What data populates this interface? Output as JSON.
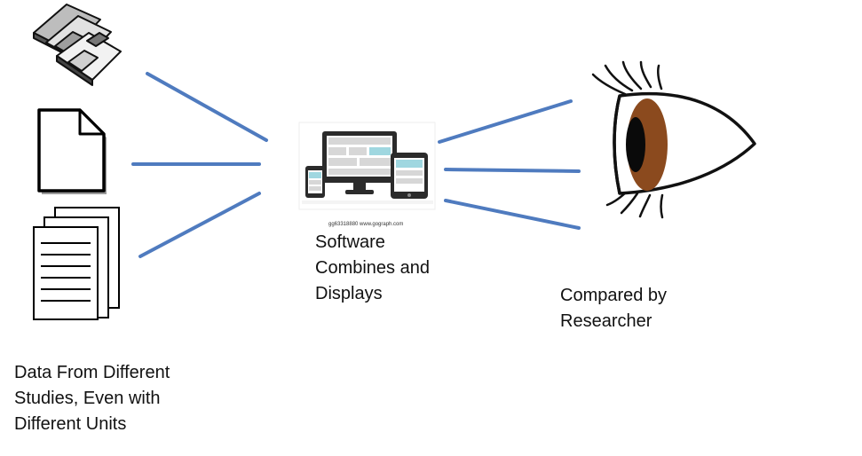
{
  "colors": {
    "connector": "#4f7bbf",
    "iris": "#8b4a1e",
    "pupil": "#0a0a0a",
    "outline": "#111111",
    "screen": "#9fd7e0"
  },
  "icons": {
    "sources": [
      "floppy-disks-icon",
      "document-icon",
      "stacked-pages-icon"
    ],
    "software": "devices-icon",
    "viewer": "eye-icon"
  },
  "sources_label": {
    "line1": "Data From Different",
    "line2": "Studies, Even with",
    "line3": "Different Units"
  },
  "software_label": {
    "line1": "Software",
    "line2": "Combines and",
    "line3": "Displays"
  },
  "researcher_label": {
    "line1": "Compared by",
    "line2": "Researcher"
  },
  "watermark": {
    "text": "gg63318880  www.gograph.com"
  }
}
